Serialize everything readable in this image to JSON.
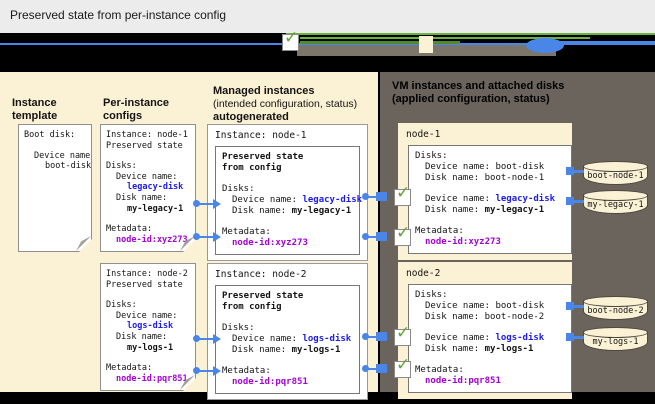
{
  "window": {
    "title": "Preserved state from per-instance config"
  },
  "legend": {
    "icons": [
      "checkmark-icon",
      "green-arrow-icon",
      "config-swatch-icon",
      "blue-arrow-icon"
    ],
    "colors": {
      "applied_green": "#6db33f",
      "reference_blue": "#4a86e8",
      "config_beige": "#fbf1d4"
    }
  },
  "columns": {
    "instance_template": "Instance template",
    "per_instance_configs": "Per-instance configs",
    "managed_line1": "Managed instances",
    "managed_line2": "(intended configuration, status)",
    "managed_line3": "autogenerated",
    "vm_line1": "VM instances and attached disks",
    "vm_line2": "(applied configuration, status)"
  },
  "instance_template": {
    "line1": "Boot disk:",
    "line2": "Device name:",
    "line3": "boot-disk"
  },
  "per_instance_configs": [
    {
      "instance": "Instance: node-1",
      "preserved": "Preserved state",
      "disks_label": "Disks:",
      "device_label": "Device name:",
      "device_value": "legacy-disk",
      "disk_label": "Disk name:",
      "disk_value": "my-legacy-1",
      "metadata_label": "Metadata:",
      "metadata_value": "node-id:xyz273"
    },
    {
      "instance": "Instance: node-2",
      "preserved": "Preserved state",
      "disks_label": "Disks:",
      "device_label": "Device name:",
      "device_value": "logs-disk",
      "disk_label": "Disk name:",
      "disk_value": "my-logs-1",
      "metadata_label": "Metadata:",
      "metadata_value": "node-id:pqr851"
    }
  ],
  "managed_instances": [
    {
      "instance": "Instance: node-1",
      "preserved1": "Preserved state",
      "preserved2": "from config",
      "disks_label": "Disks:",
      "device_label": "Device name: ",
      "device_value": "legacy-disk",
      "disk_label": "Disk name: ",
      "disk_value": "my-legacy-1",
      "metadata_label": "Metadata:",
      "metadata_value": "node-id:xyz273"
    },
    {
      "instance": "Instance: node-2",
      "preserved1": "Preserved state",
      "preserved2": "from config",
      "disks_label": "Disks:",
      "device_label": "Device name: ",
      "device_value": "logs-disk",
      "disk_label": "Disk name: ",
      "disk_value": "my-logs-1",
      "metadata_label": "Metadata:",
      "metadata_value": "node-id:pqr851"
    }
  ],
  "vm_instances": [
    {
      "name": "node-1",
      "disks_label": "Disks:",
      "boot_device_label": "Device name: ",
      "boot_device_value": "boot-disk",
      "boot_disk_label": "Disk name: ",
      "boot_disk_value": "boot-node-1",
      "device_label": "Device name: ",
      "device_value": "legacy-disk",
      "disk_label": "Disk name: ",
      "disk_value": "my-legacy-1",
      "metadata_label": "Metadata:",
      "metadata_value": "node-id:xyz273"
    },
    {
      "name": "node-2",
      "disks_label": "Disks:",
      "boot_device_label": "Device name: ",
      "boot_device_value": "boot-disk",
      "boot_disk_label": "Disk name: ",
      "boot_disk_value": "boot-node-2",
      "device_label": "Device name: ",
      "device_value": "logs-disk",
      "disk_label": "Disk name: ",
      "disk_value": "my-logs-1",
      "metadata_label": "Metadata:",
      "metadata_value": "node-id:pqr851"
    }
  ],
  "disks": [
    {
      "label": "boot-node-1"
    },
    {
      "label": "my-legacy-1"
    },
    {
      "label": "boot-node-2"
    },
    {
      "label": "my-logs-1"
    }
  ]
}
